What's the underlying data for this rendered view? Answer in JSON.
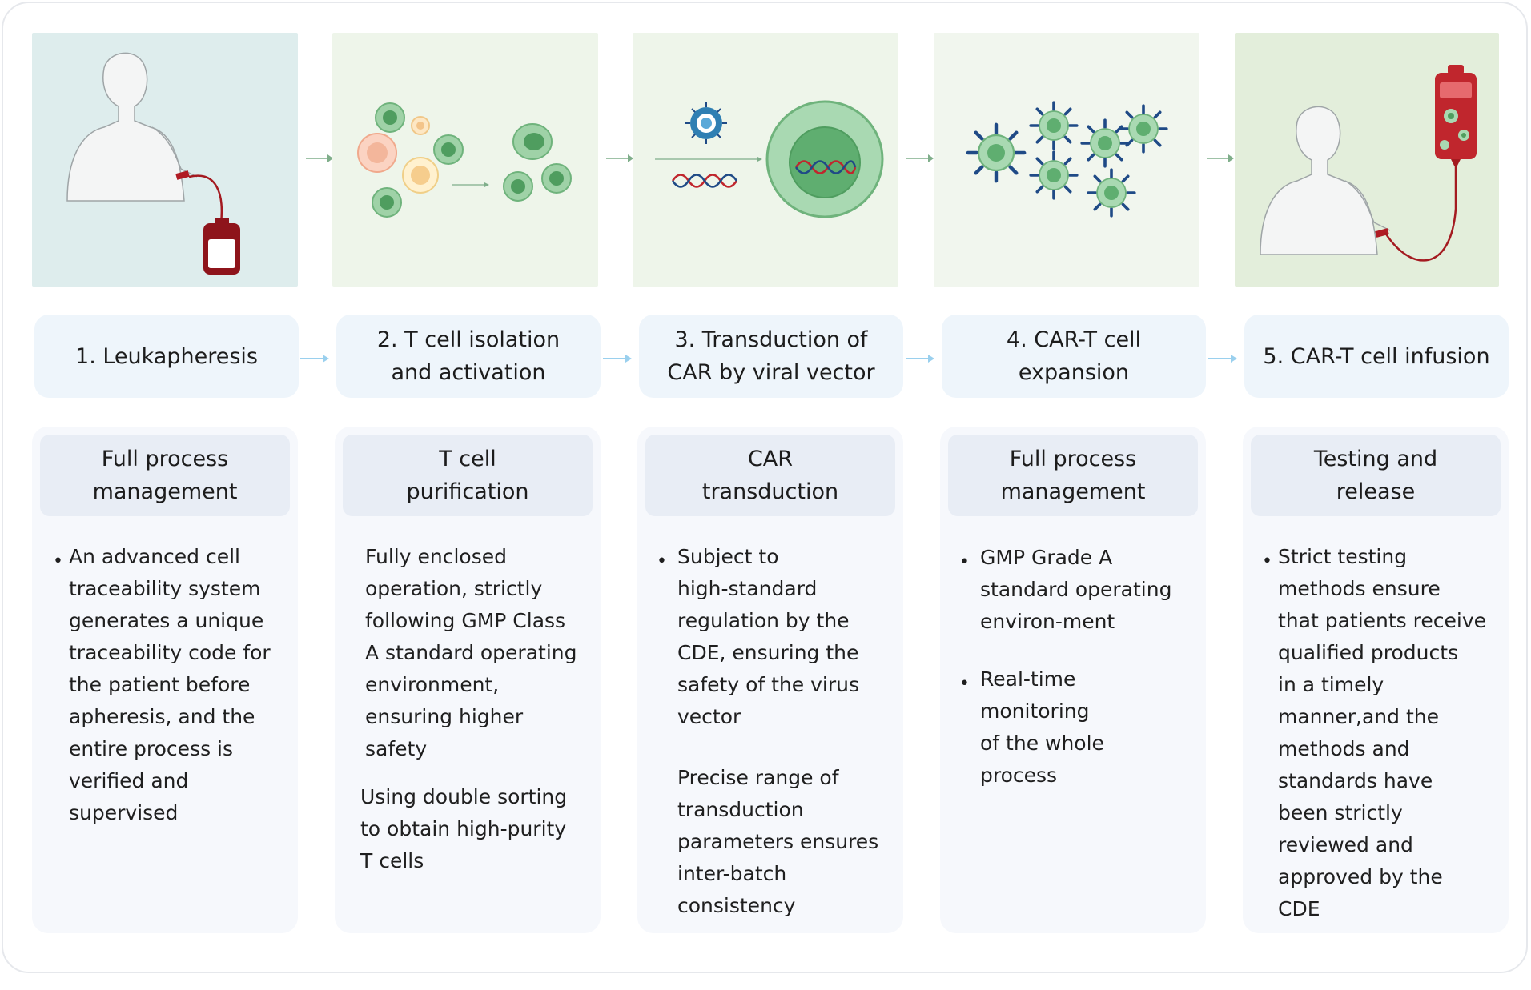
{
  "steps": [
    {
      "label": "1. Leukapheresis"
    },
    {
      "label": "2. T cell isolation\nand activation"
    },
    {
      "label": "3. Transduction of\nCAR by viral vector"
    },
    {
      "label": "4. CAR-T cell\nexpansion"
    },
    {
      "label": "5. CAR-T cell infusion"
    }
  ],
  "cards": [
    {
      "heading": "Full process\nmanagement",
      "paragraphs": [
        "An advanced cell\ntraceability system\ngenerates a unique\ntraceability code for\nthe patient before\napheresis, and the\nentire process is\nverified and\nsupervised"
      ]
    },
    {
      "heading": "T cell\npurification",
      "paragraphs": [
        "Fully enclosed\noperation, strictly\nfollowing GMP Class\nA standard operating\nenvironment,\nensuring higher\nsafety",
        "Using double sorting\nto obtain high-purity\nT cells"
      ]
    },
    {
      "heading": "CAR\ntransduction",
      "paragraphs": [
        "Subject to\nhigh-standard\nregulation by the\nCDE, ensuring the\nsafety of the virus\nvector",
        "Precise range of\ntransduction\nparameters ensures\ninter-batch\nconsistency"
      ]
    },
    {
      "heading": "Full process\nmanagement",
      "paragraphs": [
        "GMP Grade A\nstandard operating\nenviron-ment",
        "Real-time\nmonitoring\nof the whole\nprocess"
      ]
    },
    {
      "heading": "Testing and\nrelease",
      "paragraphs": [
        "Strict testing\nmethods ensure\nthat patients receive\nqualified products\nin a timely\nmanner,and the\nmethods and\nstandards have\nbeen strictly\nreviewed and\napproved by the\nCDE"
      ]
    }
  ],
  "colors": {
    "panel_1": "#deeded",
    "panel_2": "#eef5ea",
    "panel_3": "#eef5ea",
    "panel_4": "#f1f6ee",
    "panel_5": "#e3eedb",
    "cell_green": "#7fbf8e",
    "cell_orange": "#f3b69b",
    "blood_red": "#b01c24",
    "antibody_blue": "#1f4a86",
    "step_box": "#eef5fb",
    "card_bg": "#f6f8fc",
    "card_head": "#e8edf5"
  },
  "icons": [
    "patient-blood-draw-icon",
    "t-cell-icon",
    "virus-icon",
    "dna-icon",
    "car-t-cell-icon",
    "blood-bag-icon",
    "arrow-right-icon"
  ]
}
